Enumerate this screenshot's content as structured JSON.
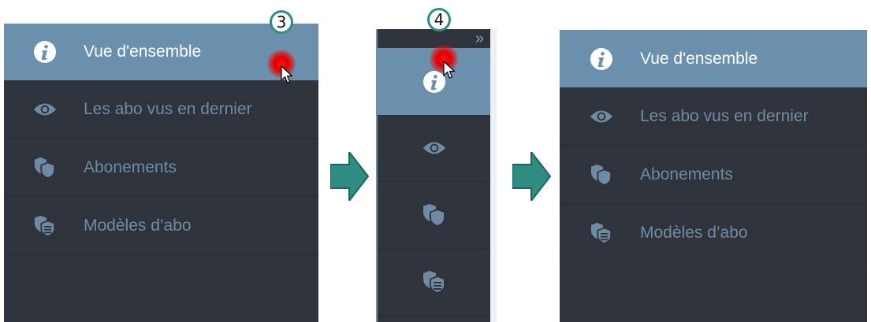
{
  "panel_expanded_before": {
    "items": [
      {
        "label": "Vue d'ensemble",
        "icon": "info-icon",
        "active": true
      },
      {
        "label": "Les abo vus en dernier",
        "icon": "eye-icon",
        "active": false
      },
      {
        "label": "Abonements",
        "icon": "shield-icon",
        "active": false
      },
      {
        "label": "Modèles d’abo",
        "icon": "shield-list-icon",
        "active": false
      }
    ]
  },
  "panel_collapsed": {
    "collapse_toggle": "»",
    "items": [
      {
        "icon": "info-icon",
        "active": true
      },
      {
        "icon": "eye-icon",
        "active": false
      },
      {
        "icon": "shield-icon",
        "active": false
      },
      {
        "icon": "shield-list-icon",
        "active": false
      }
    ]
  },
  "panel_expanded_after": {
    "items": [
      {
        "label": "Vue d'ensemble",
        "icon": "info-icon",
        "active": true
      },
      {
        "label": "Les abo vus en dernier",
        "icon": "eye-icon",
        "active": false
      },
      {
        "label": "Abonements",
        "icon": "shield-icon",
        "active": false
      },
      {
        "label": "Modèles d’abo",
        "icon": "shield-list-icon",
        "active": false
      }
    ]
  },
  "step_badges": [
    "3",
    "4"
  ],
  "colors": {
    "sidebar_bg": "#2f333b",
    "active_bg": "#6a90ad",
    "icon_color": "#6f8ba3",
    "arrow_color": "#2f8c82"
  }
}
